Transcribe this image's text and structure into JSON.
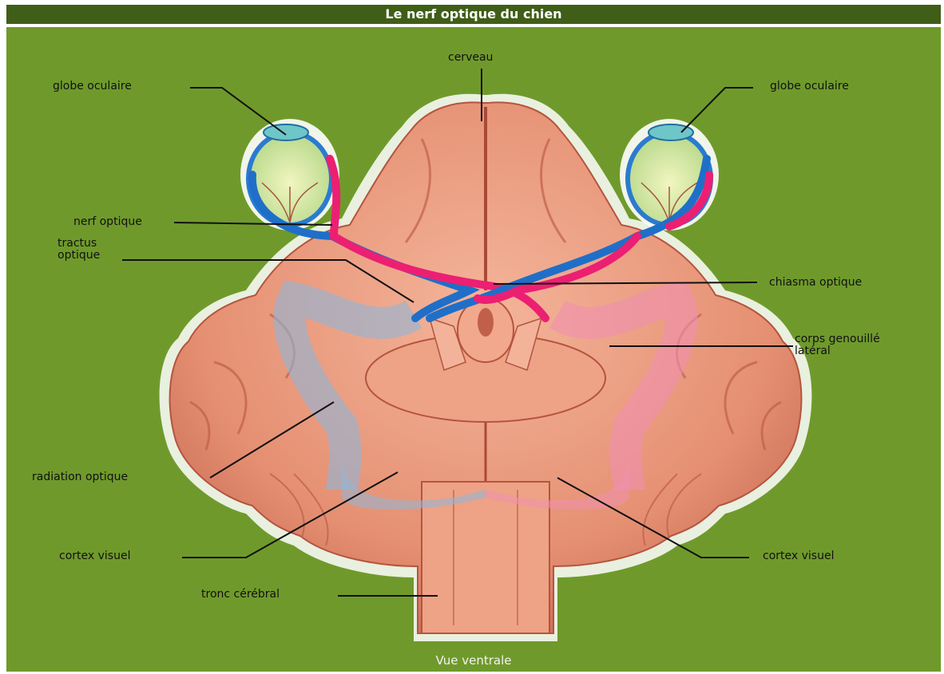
{
  "title": "Le nerf optique du chien",
  "footer": "Vue ventrale",
  "labels": {
    "cerveau": "cerveau",
    "globe_left": "globe oculaire",
    "globe_right": "globe oculaire",
    "nerf_optique": "nerf optique",
    "tractus_1": "tractus",
    "tractus_2": "optique",
    "chiasma": "chiasma optique",
    "corps_1": "corps genouillé",
    "corps_2": "latéral",
    "radiation": "radiation optique",
    "cortex_left": "cortex visuel",
    "cortex_right": "cortex visuel",
    "tronc": "tronc cérébral"
  },
  "colors": {
    "background": "#6f9a2b",
    "title_bar": "#3f5e17",
    "brain": "#e89577",
    "nerve_blue": "#1f6fc9",
    "nerve_pink": "#ec1f73"
  }
}
